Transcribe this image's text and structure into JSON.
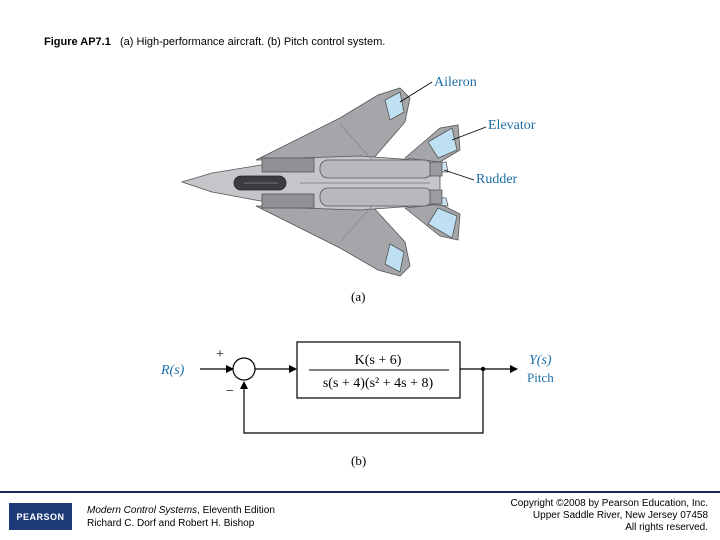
{
  "caption": {
    "figure": "Figure AP7.1",
    "text": "(a) High-performance aircraft. (b) Pitch control system."
  },
  "aircraft": {
    "labels": {
      "aileron": "Aileron",
      "elevator": "Elevator",
      "rudder": "Rudder"
    },
    "sublabel": "(a)"
  },
  "block_diagram": {
    "input": "R(s)",
    "plus": "+",
    "minus": "−",
    "numerator": "K(s + 6)",
    "denominator": "s(s + 4)(s² + 4s + 8)",
    "output": "Y(s)",
    "output_name": "Pitch",
    "sublabel": "(b)"
  },
  "footer": {
    "logo": "PEARSON",
    "book_title": "Modern Control Systems",
    "book_edition": ", Eleventh Edition",
    "authors": "Richard C. Dorf and Robert H. Bishop",
    "copyright_line1": "Copyright ©2008 by Pearson Education, Inc.",
    "copyright_line2": "Upper Saddle River, New Jersey 07458",
    "copyright_line3": "All rights reserved."
  }
}
